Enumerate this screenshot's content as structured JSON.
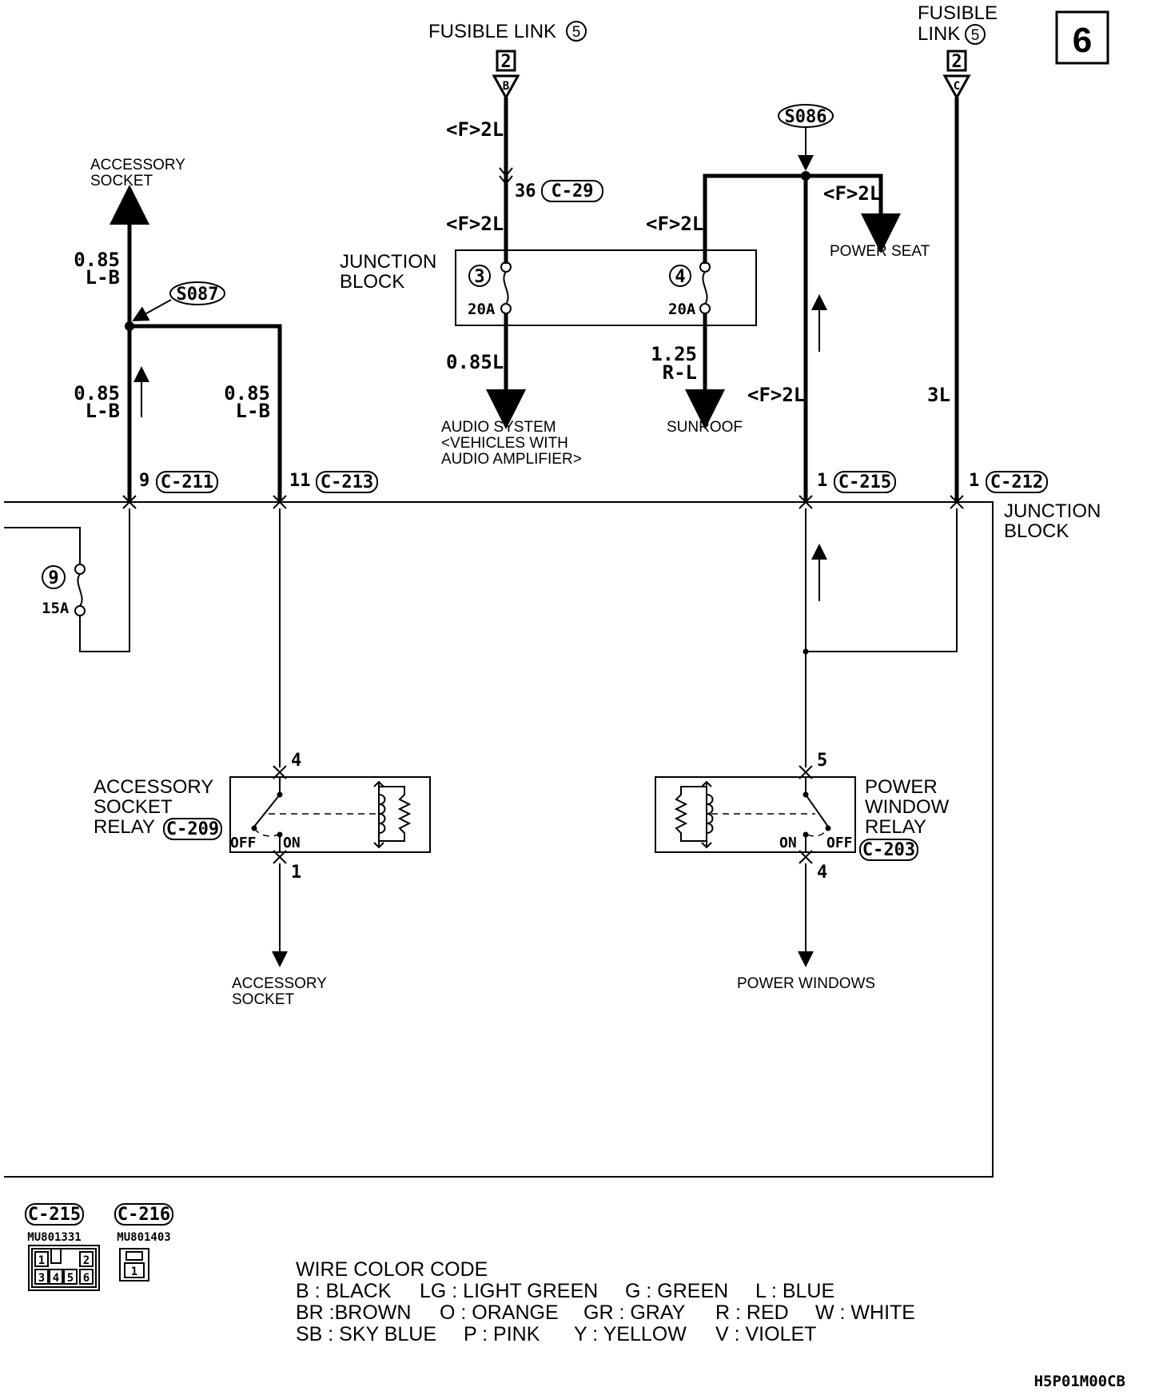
{
  "page_number": "6",
  "fusible_link_top": "FUSIBLE LINK",
  "fusible_link_right_1": "FUSIBLE",
  "fusible_link_right_2": "LINK",
  "fusible_link_num": "5",
  "fuse_2": "2",
  "term_b": "B",
  "term_c": "C",
  "wire_f2l": "<F>2L",
  "wire_085l": "0.85L",
  "wire_125": "1.25",
  "wire_rl": "R-L",
  "wire_085": "0.85",
  "wire_lb": "L-B",
  "wire_3l": "3L",
  "splice_s086": "S086",
  "splice_s087": "S087",
  "conn_36": "36",
  "conn_c29": "C-29",
  "jb_label_1": "JUNCTION",
  "jb_label_2": "BLOCK",
  "fuse3": "3",
  "fuse4": "4",
  "fuse9": "9",
  "amp20": "20A",
  "amp15": "15A",
  "accessory_socket_1": "ACCESSORY",
  "accessory_socket_2": "SOCKET",
  "power_seat": "POWER SEAT",
  "audio_1": "AUDIO SYSTEM",
  "audio_2": "<VEHICLES WITH",
  "audio_3": "AUDIO AMPLIFIER>",
  "sunroof": "SUNROOF",
  "pin_9": "9",
  "pin_11": "11",
  "pin_1": "1",
  "pin_4": "4",
  "pin_5": "5",
  "c211": "C-211",
  "c213": "C-213",
  "c215": "C-215",
  "c212": "C-212",
  "c209": "C-209",
  "c203": "C-203",
  "c216": "C-216",
  "acc_relay_1": "ACCESSORY",
  "acc_relay_2": "SOCKET",
  "acc_relay_3": "RELAY",
  "pw_relay_1": "POWER",
  "pw_relay_2": "WINDOW",
  "pw_relay_3": "RELAY",
  "off": "OFF",
  "on": "ON",
  "power_windows": "POWER WINDOWS",
  "part_c215": "MU801331",
  "part_c216": "MU801403",
  "connector_c215_pins": [
    "1",
    "2",
    "3",
    "4",
    "5",
    "6"
  ],
  "connector_c216_pins": [
    "1"
  ],
  "legend_title": "WIRE COLOR CODE",
  "legend_row1": [
    "B : BLACK",
    "LG : LIGHT GREEN",
    "G : GREEN",
    "L : BLUE"
  ],
  "legend_row2": [
    "BR :BROWN",
    "O : ORANGE",
    "GR : GRAY",
    "R : RED",
    "W : WHITE"
  ],
  "legend_row3": [
    "SB : SKY BLUE",
    "P : PINK",
    "Y : YELLOW",
    "V : VIOLET"
  ],
  "figure_code": "H5P01M00CB"
}
